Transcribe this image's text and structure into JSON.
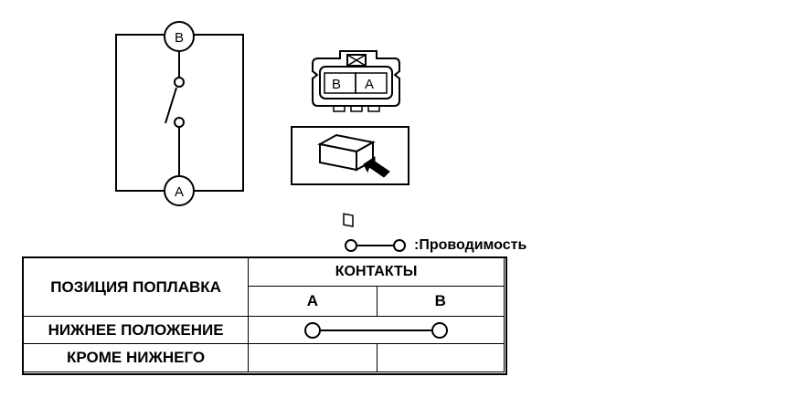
{
  "diagram": {
    "terminal_top": "B",
    "terminal_bottom": "A",
    "connector_left_pin": "B",
    "connector_right_pin": "A"
  },
  "legend": {
    "text": ":Проводимость"
  },
  "table": {
    "header_position": "ПОЗИЦИЯ ПОПЛАВКА",
    "header_contacts": "КОНТАКТЫ",
    "col_a": "A",
    "col_b": "B",
    "rows": [
      {
        "label": "НИЖНЕЕ ПОЛОЖЕНИЕ",
        "continuity_a_b": true
      },
      {
        "label": "КРОМЕ НИЖНЕГО",
        "continuity_a_b": false
      }
    ]
  }
}
